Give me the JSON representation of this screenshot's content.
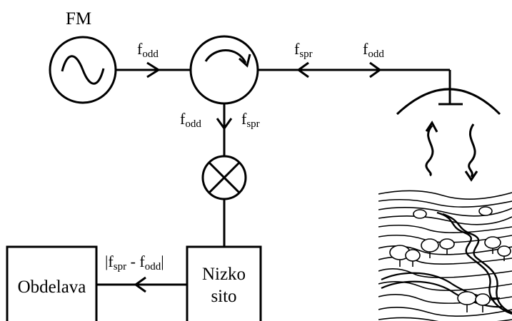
{
  "fm_label": "FM",
  "signals": {
    "f": "f",
    "odd": "odd",
    "spr": "spr"
  },
  "difference": {
    "open": "|f",
    "mid": " - f",
    "close": "|"
  },
  "blocks": {
    "lowpass_line1": "Nizko",
    "lowpass_line2": "sito",
    "processing": "Obdelava"
  }
}
